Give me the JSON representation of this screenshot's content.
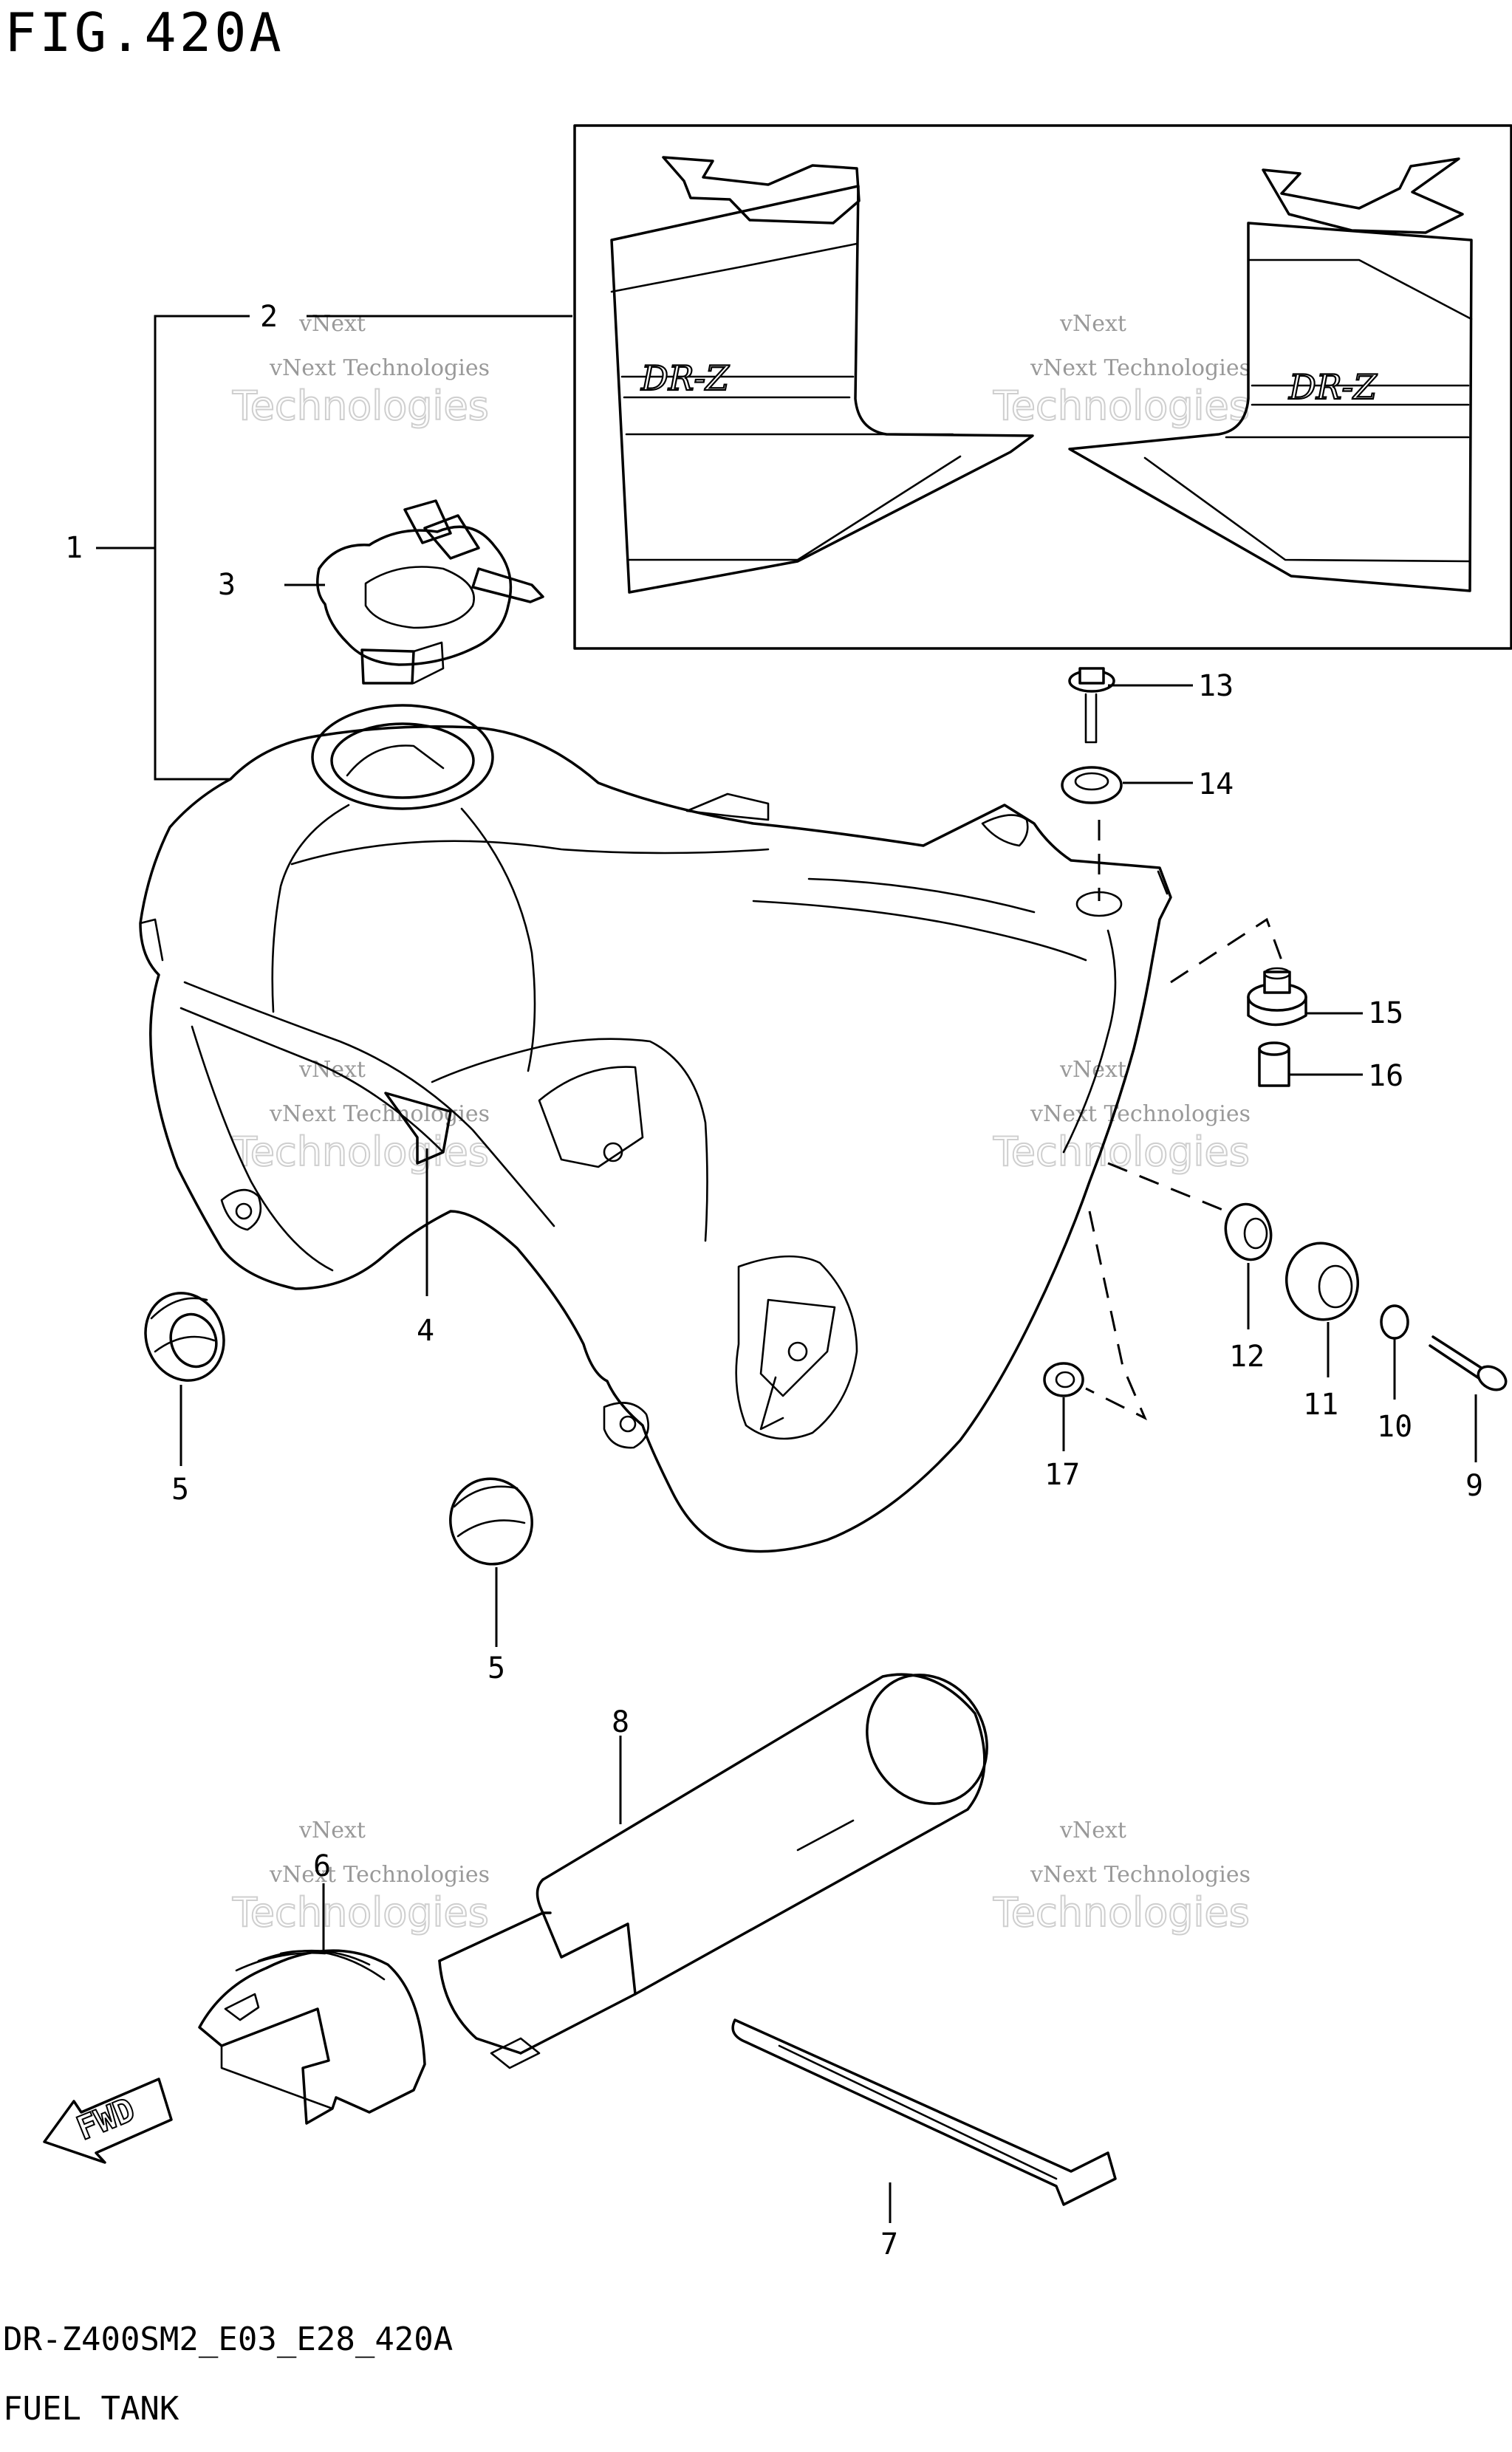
{
  "figure": {
    "title": "FIG.420A",
    "model_code": "DR-Z400SM2_E03_E28_420A",
    "section_name": "FUEL TANK"
  },
  "decal_text": "DR-Z",
  "fwd_label": "FWD",
  "watermark": {
    "line1": "vNext",
    "line2": "vNext Technologies",
    "line3": "Technologies"
  },
  "callouts": [
    {
      "id": "1",
      "label": "1"
    },
    {
      "id": "2",
      "label": "2"
    },
    {
      "id": "3",
      "label": "3"
    },
    {
      "id": "4",
      "label": "4"
    },
    {
      "id": "5a",
      "label": "5"
    },
    {
      "id": "5b",
      "label": "5"
    },
    {
      "id": "6",
      "label": "6"
    },
    {
      "id": "7",
      "label": "7"
    },
    {
      "id": "8",
      "label": "8"
    },
    {
      "id": "9",
      "label": "9"
    },
    {
      "id": "10",
      "label": "10"
    },
    {
      "id": "11",
      "label": "11"
    },
    {
      "id": "12",
      "label": "12"
    },
    {
      "id": "13",
      "label": "13"
    },
    {
      "id": "14",
      "label": "14"
    },
    {
      "id": "15",
      "label": "15"
    },
    {
      "id": "16",
      "label": "16"
    },
    {
      "id": "17",
      "label": "17"
    }
  ]
}
